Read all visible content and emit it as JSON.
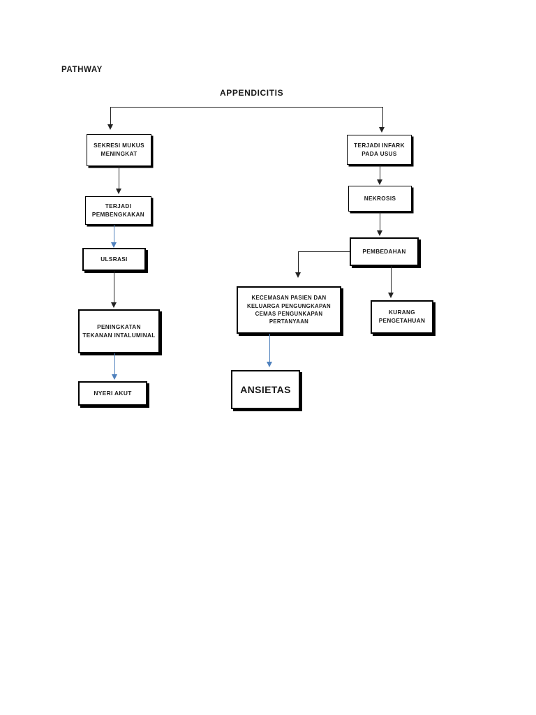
{
  "document": {
    "pathway_label": "PATHWAY",
    "diagram_title": "APPENDICITIS"
  },
  "colors": {
    "line": "#222222",
    "accent_blue": "#4f81bd",
    "box_border": "#000000",
    "background": "#ffffff"
  },
  "nodes": {
    "sekresi_mukus": "SEKRESI MUKUS MENINGKAT",
    "terjadi_pembengkakan": "TERJADI PEMBENGKAKAN",
    "ulsrasi": "ULSRASI",
    "peningkatan_tekanan": "PENINGKATAN TEKANAN INTALUMINAL",
    "nyeri_akut": "NYERI AKUT",
    "terjadi_infark": "TERJADI INFARK PADA USUS",
    "nekrosis": "NEKROSIS",
    "pembedahan": "PEMBEDAHAN",
    "kecemasan": "KECEMASAN PASIEN DAN KELUARGA PENGUNGKAPAN CEMAS PENGUNKAPAN PERTANYAAN",
    "ansietas": "ANSIETAS",
    "kurang_pengetahuan": "KURANG PENGETAHUAN"
  },
  "chart_data": {
    "type": "diagram",
    "title": "APPENDICITIS",
    "subtitle": "PATHWAY",
    "diagram_kind": "flowchart",
    "nodes": [
      {
        "id": "appendicitis",
        "label": "APPENDICITIS",
        "kind": "title"
      },
      {
        "id": "sekresi_mukus",
        "label": "SEKRESI MUKUS MENINGKAT",
        "kind": "box",
        "column": "left"
      },
      {
        "id": "terjadi_pembengkakan",
        "label": "TERJADI PEMBENGKAKAN",
        "kind": "box",
        "column": "left"
      },
      {
        "id": "ulsrasi",
        "label": "ULSRASI",
        "kind": "box",
        "column": "left"
      },
      {
        "id": "peningkatan_tekanan",
        "label": "PENINGKATAN TEKANAN INTALUMINAL",
        "kind": "box",
        "column": "left"
      },
      {
        "id": "nyeri_akut",
        "label": "NYERI AKUT",
        "kind": "box",
        "column": "left",
        "outcome": true
      },
      {
        "id": "terjadi_infark",
        "label": "TERJADI INFARK PADA USUS",
        "kind": "box",
        "column": "right"
      },
      {
        "id": "nekrosis",
        "label": "NEKROSIS",
        "kind": "box",
        "column": "right"
      },
      {
        "id": "pembedahan",
        "label": "PEMBEDAHAN",
        "kind": "box",
        "column": "right"
      },
      {
        "id": "kecemasan",
        "label": "KECEMASAN PASIEN DAN KELUARGA PENGUNGKAPAN CEMAS PENGUNKAPAN PERTANYAAN",
        "kind": "box",
        "column": "center"
      },
      {
        "id": "ansietas",
        "label": "ANSIETAS",
        "kind": "box",
        "column": "center",
        "outcome": true
      },
      {
        "id": "kurang_pengetahuan",
        "label": "KURANG PENGETAHUAN",
        "kind": "box",
        "column": "right",
        "outcome": true
      }
    ],
    "edges": [
      {
        "from": "appendicitis",
        "to": "sekresi_mukus",
        "style": "black"
      },
      {
        "from": "appendicitis",
        "to": "terjadi_infark",
        "style": "black"
      },
      {
        "from": "sekresi_mukus",
        "to": "terjadi_pembengkakan",
        "style": "black"
      },
      {
        "from": "terjadi_pembengkakan",
        "to": "ulsrasi",
        "style": "blue"
      },
      {
        "from": "ulsrasi",
        "to": "peningkatan_tekanan",
        "style": "black"
      },
      {
        "from": "peningkatan_tekanan",
        "to": "nyeri_akut",
        "style": "blue"
      },
      {
        "from": "terjadi_infark",
        "to": "nekrosis",
        "style": "black"
      },
      {
        "from": "nekrosis",
        "to": "pembedahan",
        "style": "black"
      },
      {
        "from": "pembedahan",
        "to": "kecemasan",
        "style": "black"
      },
      {
        "from": "pembedahan",
        "to": "kurang_pengetahuan",
        "style": "black"
      },
      {
        "from": "kecemasan",
        "to": "ansietas",
        "style": "blue"
      }
    ]
  }
}
